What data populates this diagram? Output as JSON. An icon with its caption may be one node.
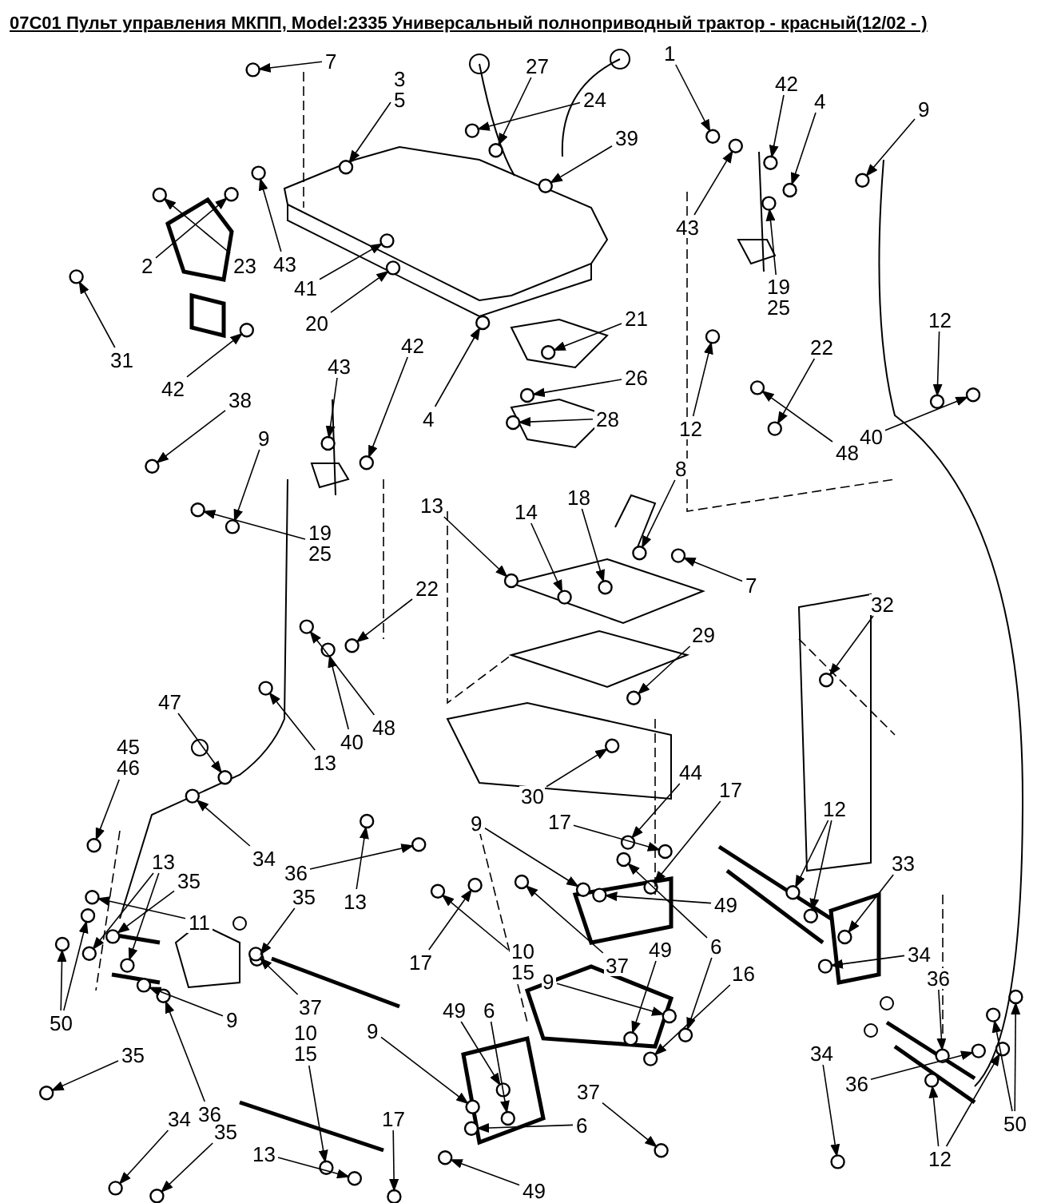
{
  "diagram": {
    "title": "07C01 Пульт управления МКПП, Model:2335 Универсальный полноприводный трактор - красный(12/02 - )",
    "nodes": [
      {
        "text": [
          "7"
        ]
      },
      {
        "text": [
          "27"
        ]
      },
      {
        "text": [
          "1"
        ]
      },
      {
        "text": [
          "3",
          "5"
        ]
      },
      {
        "text": [
          "24"
        ]
      },
      {
        "text": [
          "39"
        ]
      },
      {
        "text": [
          "42"
        ]
      },
      {
        "text": [
          "4"
        ]
      },
      {
        "text": [
          "9"
        ]
      },
      {
        "text": [
          "43"
        ]
      },
      {
        "text": [
          "19",
          "25"
        ]
      },
      {
        "text": [
          "12"
        ]
      },
      {
        "text": [
          "2"
        ]
      },
      {
        "text": [
          "23"
        ]
      },
      {
        "text": [
          "43"
        ]
      },
      {
        "text": [
          "41"
        ]
      },
      {
        "text": [
          "20"
        ]
      },
      {
        "text": [
          "31"
        ]
      },
      {
        "text": [
          "42"
        ]
      },
      {
        "text": [
          "38"
        ]
      },
      {
        "text": [
          "21"
        ]
      },
      {
        "text": [
          "26"
        ]
      },
      {
        "text": [
          "43"
        ]
      },
      {
        "text": [
          "42"
        ]
      },
      {
        "text": [
          "4"
        ]
      },
      {
        "text": [
          "22"
        ]
      },
      {
        "text": [
          "28"
        ]
      },
      {
        "text": [
          "12"
        ]
      },
      {
        "text": [
          "40"
        ]
      },
      {
        "text": [
          "48"
        ]
      },
      {
        "text": [
          "9"
        ]
      },
      {
        "text": [
          "19",
          "25"
        ]
      },
      {
        "text": [
          "13"
        ]
      },
      {
        "text": [
          "18"
        ]
      },
      {
        "text": [
          "14"
        ]
      },
      {
        "text": [
          "8"
        ]
      },
      {
        "text": [
          "7"
        ]
      },
      {
        "text": [
          "22"
        ]
      },
      {
        "text": [
          "32"
        ]
      },
      {
        "text": [
          "29"
        ]
      },
      {
        "text": [
          "47"
        ]
      },
      {
        "text": [
          "45",
          "46"
        ]
      },
      {
        "text": [
          "40"
        ]
      },
      {
        "text": [
          "48"
        ]
      },
      {
        "text": [
          "13"
        ]
      },
      {
        "text": [
          "30"
        ]
      },
      {
        "text": [
          "44"
        ]
      },
      {
        "text": [
          "17"
        ]
      },
      {
        "text": [
          "9"
        ]
      },
      {
        "text": [
          "17"
        ]
      },
      {
        "text": [
          "12"
        ]
      },
      {
        "text": [
          "33"
        ]
      },
      {
        "text": [
          "13"
        ]
      },
      {
        "text": [
          "35"
        ]
      },
      {
        "text": [
          "34"
        ]
      },
      {
        "text": [
          "36"
        ]
      },
      {
        "text": [
          "35"
        ]
      },
      {
        "text": [
          "11"
        ]
      },
      {
        "text": [
          "13"
        ]
      },
      {
        "text": [
          "17"
        ]
      },
      {
        "text": [
          "49"
        ]
      },
      {
        "text": [
          "49"
        ]
      },
      {
        "text": [
          "6"
        ]
      },
      {
        "text": [
          "50"
        ]
      },
      {
        "text": [
          "35"
        ]
      },
      {
        "text": [
          "10",
          "15"
        ]
      },
      {
        "text": [
          "9"
        ]
      },
      {
        "text": [
          "37"
        ]
      },
      {
        "text": [
          "16"
        ]
      },
      {
        "text": [
          "34"
        ]
      },
      {
        "text": [
          "36"
        ]
      },
      {
        "text": [
          "37"
        ]
      },
      {
        "text": [
          "9"
        ]
      },
      {
        "text": [
          "10",
          "15"
        ]
      },
      {
        "text": [
          "9"
        ]
      },
      {
        "text": [
          "49"
        ]
      },
      {
        "text": [
          "6"
        ]
      },
      {
        "text": [
          "34"
        ]
      },
      {
        "text": [
          "36"
        ]
      },
      {
        "text": [
          "37"
        ]
      },
      {
        "text": [
          "6"
        ]
      },
      {
        "text": [
          "34"
        ]
      },
      {
        "text": [
          "36"
        ]
      },
      {
        "text": [
          "35"
        ]
      },
      {
        "text": [
          "13"
        ]
      },
      {
        "text": [
          "17"
        ]
      },
      {
        "text": [
          "12"
        ]
      },
      {
        "text": [
          "50"
        ]
      },
      {
        "text": [
          "49"
        ]
      }
    ],
    "edges": [
      {
        "from": 0,
        "to": null,
        "arrow": "to"
      },
      {
        "from": 1,
        "to": null,
        "arrow": "to"
      },
      {
        "from": 2,
        "to": null,
        "arrow": "to"
      },
      {
        "from": 3,
        "to": null,
        "arrow": "to"
      },
      {
        "from": 4,
        "to": null,
        "arrow": "to"
      },
      {
        "from": 5,
        "to": null,
        "arrow": "to"
      },
      {
        "from": 6,
        "to": null,
        "arrow": "to"
      },
      {
        "from": 7,
        "to": null,
        "arrow": "to"
      },
      {
        "from": 8,
        "to": null,
        "arrow": "to"
      },
      {
        "from": 9,
        "to": null,
        "arrow": "to"
      },
      {
        "from": 10,
        "to": null,
        "arrow": "to"
      },
      {
        "from": 11,
        "to": null,
        "arrow": "to"
      },
      {
        "from": 12,
        "to": null,
        "arrow": "to"
      },
      {
        "from": 13,
        "to": null,
        "arrow": "to"
      },
      {
        "from": 14,
        "to": null,
        "arrow": "to"
      },
      {
        "from": 15,
        "to": null,
        "arrow": "to"
      },
      {
        "from": 16,
        "to": null,
        "arrow": "to"
      },
      {
        "from": 17,
        "to": null,
        "arrow": "to"
      },
      {
        "from": 18,
        "to": null,
        "arrow": "to"
      },
      {
        "from": 19,
        "to": null,
        "arrow": "to"
      },
      {
        "from": 20,
        "to": null,
        "arrow": "to"
      },
      {
        "from": 21,
        "to": null,
        "arrow": "to"
      },
      {
        "from": 22,
        "to": null,
        "arrow": "to"
      },
      {
        "from": 23,
        "to": null,
        "arrow": "to"
      },
      {
        "from": 24,
        "to": null,
        "arrow": "to"
      },
      {
        "from": 25,
        "to": null,
        "arrow": "to"
      },
      {
        "from": 26,
        "to": null,
        "arrow": "to"
      },
      {
        "from": 27,
        "to": null,
        "arrow": "to"
      },
      {
        "from": 28,
        "to": null,
        "arrow": "to"
      },
      {
        "from": 29,
        "to": null,
        "arrow": "to"
      },
      {
        "from": 30,
        "to": null,
        "arrow": "to"
      },
      {
        "from": 31,
        "to": null,
        "arrow": "to"
      },
      {
        "from": 32,
        "to": null,
        "arrow": "to"
      },
      {
        "from": 33,
        "to": null,
        "arrow": "to"
      },
      {
        "from": 34,
        "to": null,
        "arrow": "to"
      },
      {
        "from": 35,
        "to": null,
        "arrow": "to"
      },
      {
        "from": 36,
        "to": null,
        "arrow": "to"
      },
      {
        "from": 37,
        "to": null,
        "arrow": "to"
      },
      {
        "from": 38,
        "to": null,
        "arrow": "to"
      },
      {
        "from": 39,
        "to": null,
        "arrow": "to"
      },
      {
        "from": 40,
        "to": null,
        "arrow": "to"
      },
      {
        "from": 41,
        "to": null,
        "arrow": "to"
      },
      {
        "from": 42,
        "to": null,
        "arrow": "to"
      },
      {
        "from": 43,
        "to": null,
        "arrow": "to"
      },
      {
        "from": 44,
        "to": null,
        "arrow": "to"
      },
      {
        "from": 45,
        "to": null,
        "arrow": "to"
      },
      {
        "from": 46,
        "to": null,
        "arrow": "to"
      },
      {
        "from": 47,
        "to": null,
        "arrow": "to"
      },
      {
        "from": 48,
        "to": null,
        "arrow": "to"
      },
      {
        "from": 49,
        "to": null,
        "arrow": "to"
      },
      {
        "from": 50,
        "to": null,
        "arrow": "to"
      },
      {
        "from": 50,
        "to": null,
        "arrow": "to"
      },
      {
        "from": 51,
        "to": null,
        "arrow": "to"
      },
      {
        "from": 52,
        "to": null,
        "arrow": "to"
      },
      {
        "from": 52,
        "to": null,
        "arrow": "to"
      },
      {
        "from": 53,
        "to": null,
        "arrow": "to"
      },
      {
        "from": 54,
        "to": null,
        "arrow": "to"
      },
      {
        "from": 55,
        "to": null,
        "arrow": "to"
      },
      {
        "from": 56,
        "to": null,
        "arrow": "to"
      },
      {
        "from": 57,
        "to": null,
        "arrow": "to"
      },
      {
        "from": 58,
        "to": null,
        "arrow": "to"
      },
      {
        "from": 59,
        "to": null,
        "arrow": "to"
      },
      {
        "from": 60,
        "to": null,
        "arrow": "to"
      },
      {
        "from": 61,
        "to": null,
        "arrow": "to"
      },
      {
        "from": 62,
        "to": null,
        "arrow": "to"
      },
      {
        "from": 62,
        "to": null,
        "arrow": "to"
      },
      {
        "from": 63,
        "to": null,
        "arrow": "to"
      },
      {
        "from": 63,
        "to": null,
        "arrow": "to"
      },
      {
        "from": 64,
        "to": null,
        "arrow": "to"
      },
      {
        "from": 65,
        "to": null,
        "arrow": "to"
      },
      {
        "from": 66,
        "to": null,
        "arrow": "to"
      },
      {
        "from": 67,
        "to": null,
        "arrow": "to"
      },
      {
        "from": 68,
        "to": null,
        "arrow": "to"
      },
      {
        "from": 69,
        "to": null,
        "arrow": "to"
      },
      {
        "from": 70,
        "to": null,
        "arrow": "to"
      },
      {
        "from": 71,
        "to": null,
        "arrow": "to"
      },
      {
        "from": 72,
        "to": null,
        "arrow": "to"
      },
      {
        "from": 73,
        "to": null,
        "arrow": "to"
      },
      {
        "from": 74,
        "to": null,
        "arrow": "to"
      },
      {
        "from": 75,
        "to": null,
        "arrow": "to"
      },
      {
        "from": 76,
        "to": null,
        "arrow": "to"
      },
      {
        "from": 77,
        "to": null,
        "arrow": "to"
      },
      {
        "from": 78,
        "to": null,
        "arrow": "to"
      },
      {
        "from": 79,
        "to": null,
        "arrow": "to"
      },
      {
        "from": 80,
        "to": null,
        "arrow": "to"
      },
      {
        "from": 81,
        "to": null,
        "arrow": "to"
      },
      {
        "from": 82,
        "to": null,
        "arrow": "to"
      },
      {
        "from": 83,
        "to": null,
        "arrow": "to"
      },
      {
        "from": 84,
        "to": null,
        "arrow": "to"
      },
      {
        "from": 85,
        "to": null,
        "arrow": "to"
      },
      {
        "from": 86,
        "to": null,
        "arrow": "to"
      },
      {
        "from": 86,
        "to": null,
        "arrow": "to"
      },
      {
        "from": 87,
        "to": null,
        "arrow": "to"
      },
      {
        "from": 87,
        "to": null,
        "arrow": "to"
      },
      {
        "from": 88,
        "to": null,
        "arrow": "to"
      }
    ]
  }
}
